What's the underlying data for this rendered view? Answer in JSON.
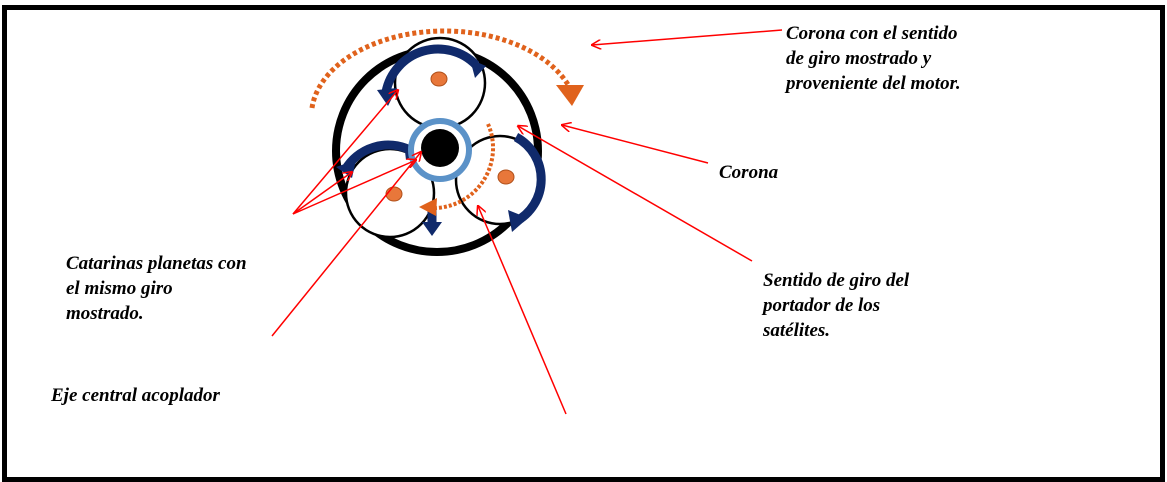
{
  "labels": {
    "corona_sentido": "Corona con el sentido\nde giro mostrado y\nproveniente del motor.",
    "corona": "Corona",
    "catarinas": "Catarinas planetas con\nel mismo giro\nmostrado.",
    "sentido_portador": "Sentido de giro del\nportador de los\nsatélites.",
    "eje": "Eje central acoplador"
  },
  "colors": {
    "frame": "#000000",
    "ring": "#000000",
    "planet_arrow": "#102a6b",
    "planet_pin": "#e8773a",
    "sun_ring": "#5b92c8",
    "shaft": "#000000",
    "orange_arrow": "#e0621c",
    "leader_line": "#ff0000"
  }
}
